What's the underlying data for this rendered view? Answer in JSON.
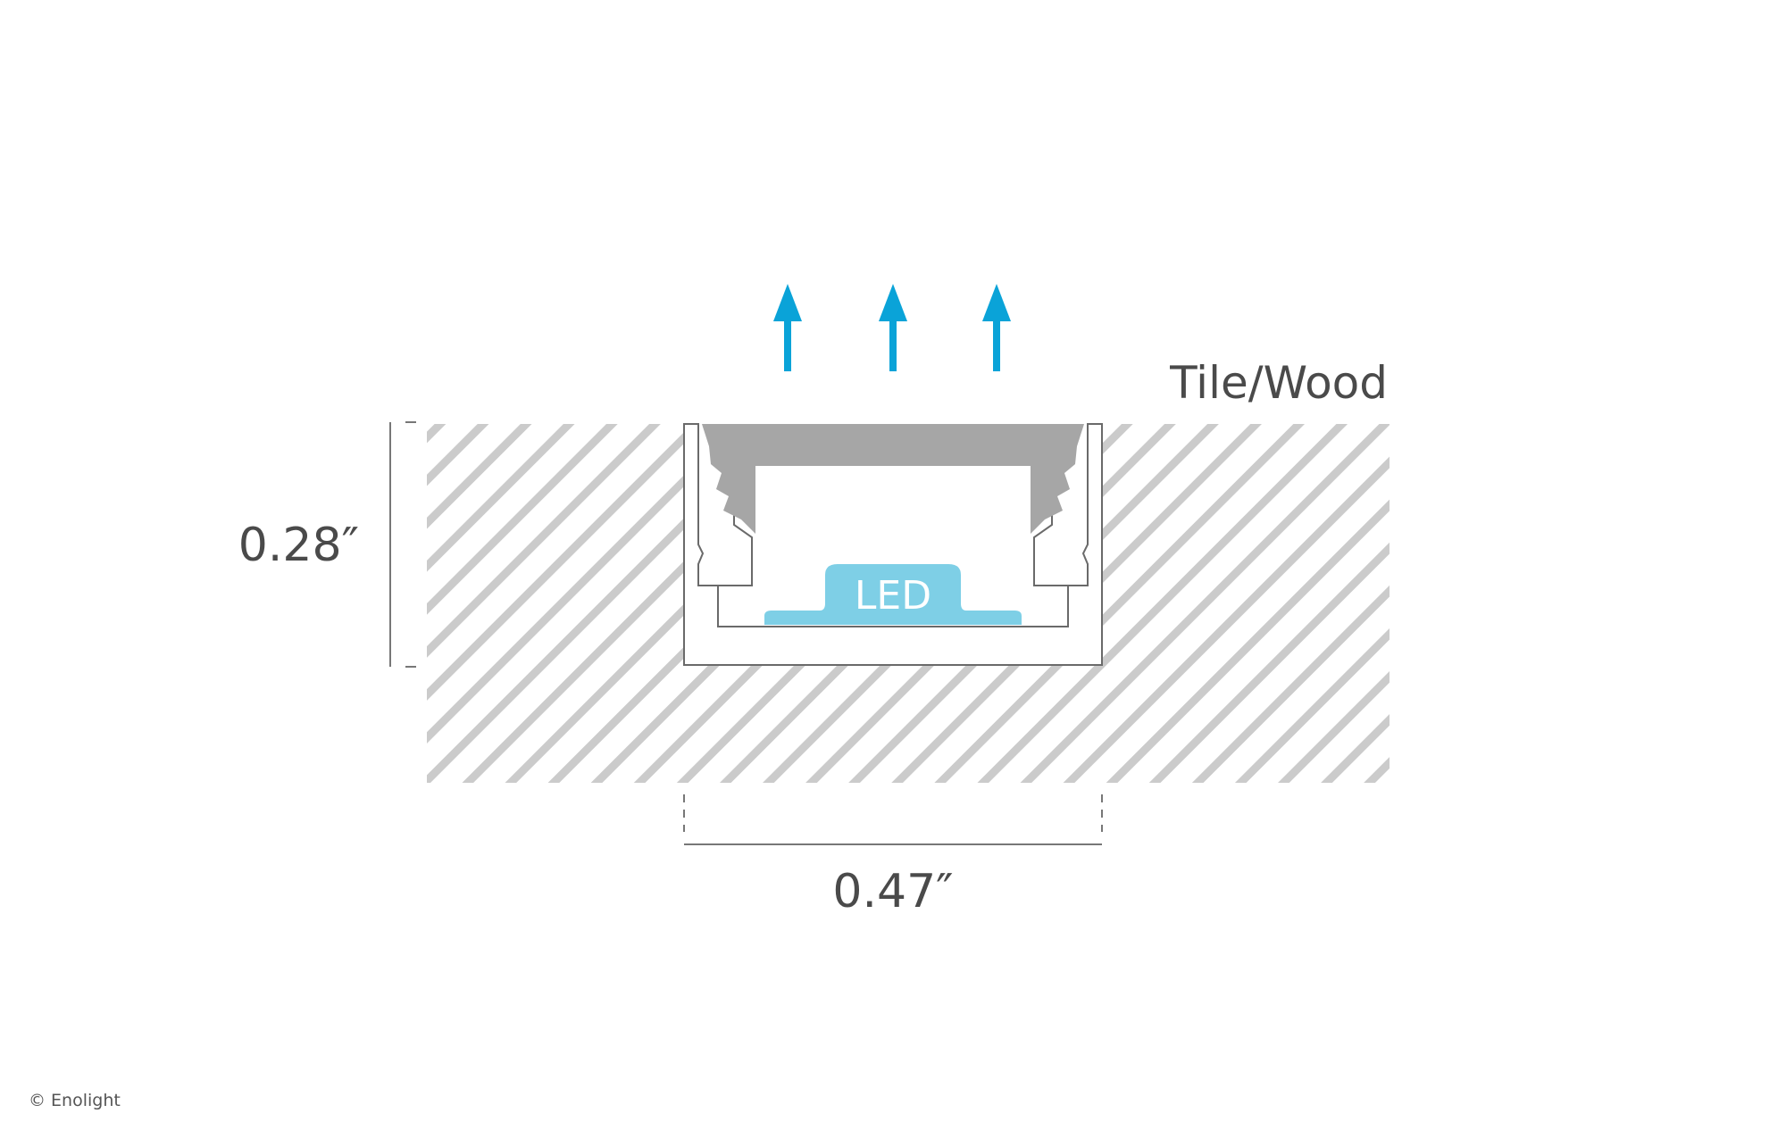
{
  "labels": {
    "material": "Tile/Wood",
    "height_dimension": "0.28″",
    "width_dimension": "0.47″",
    "led": "LED"
  },
  "light_arrows": {
    "count": 3,
    "color": "#0aa3d8"
  },
  "colors": {
    "hatch": "#cbcbcb",
    "diffuser": "#a6a6a6",
    "led_strip": "#7ecfe6",
    "outline": "#6a6a6a",
    "dimension_line": "#777777",
    "text": "#4a4a4a"
  },
  "footer": {
    "copyright_symbol": "©",
    "brand": "Enolight"
  }
}
